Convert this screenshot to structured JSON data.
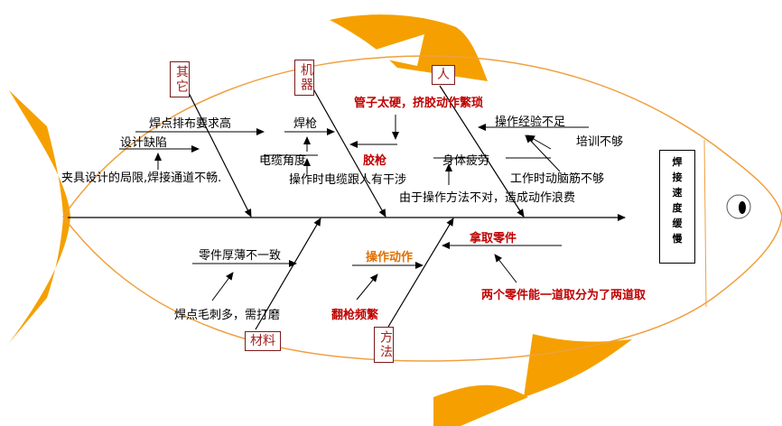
{
  "effect": "焊接速度缓慢",
  "categories": {
    "other": "其它",
    "machine": "机器",
    "man": "人",
    "material": "材料",
    "method": "方法"
  },
  "causes": {
    "weld_layout": "焊点排布要求高",
    "design_defect": "设计缺陷",
    "fixture_limit": "夹具设计的局限,焊接通道不畅.",
    "welding_gun": "焊枪",
    "cable_angle": "电缆角度",
    "cable_interfere": "操作时电缆跟人有干涉",
    "glue_gun": "胶枪",
    "hose_hard": "管子太硬，挤胶动作繁琐",
    "body_fatigue": "身体疲劳",
    "work_fatigue": "工作时动脑筋不够",
    "method_waste": "由于操作方法不对，造成动作浪费",
    "inexperience": "操作经验不足",
    "training": "培训不够",
    "part_thickness": "零件厚薄不一致",
    "burr": "焊点毛刺多，需打磨",
    "operation": "操作动作",
    "flip_gun": "翻枪频繁",
    "pick_parts": "拿取零件",
    "two_parts": "两个零件能一道取分为了两道取"
  },
  "colors": {
    "fish_fill": "#ffffff",
    "fish_outline": "#f0a040",
    "fin": "#f5a000",
    "cause_red": "#c00000",
    "cause_orange": "#e07000",
    "category_text": "#a02020",
    "line": "#000000"
  }
}
